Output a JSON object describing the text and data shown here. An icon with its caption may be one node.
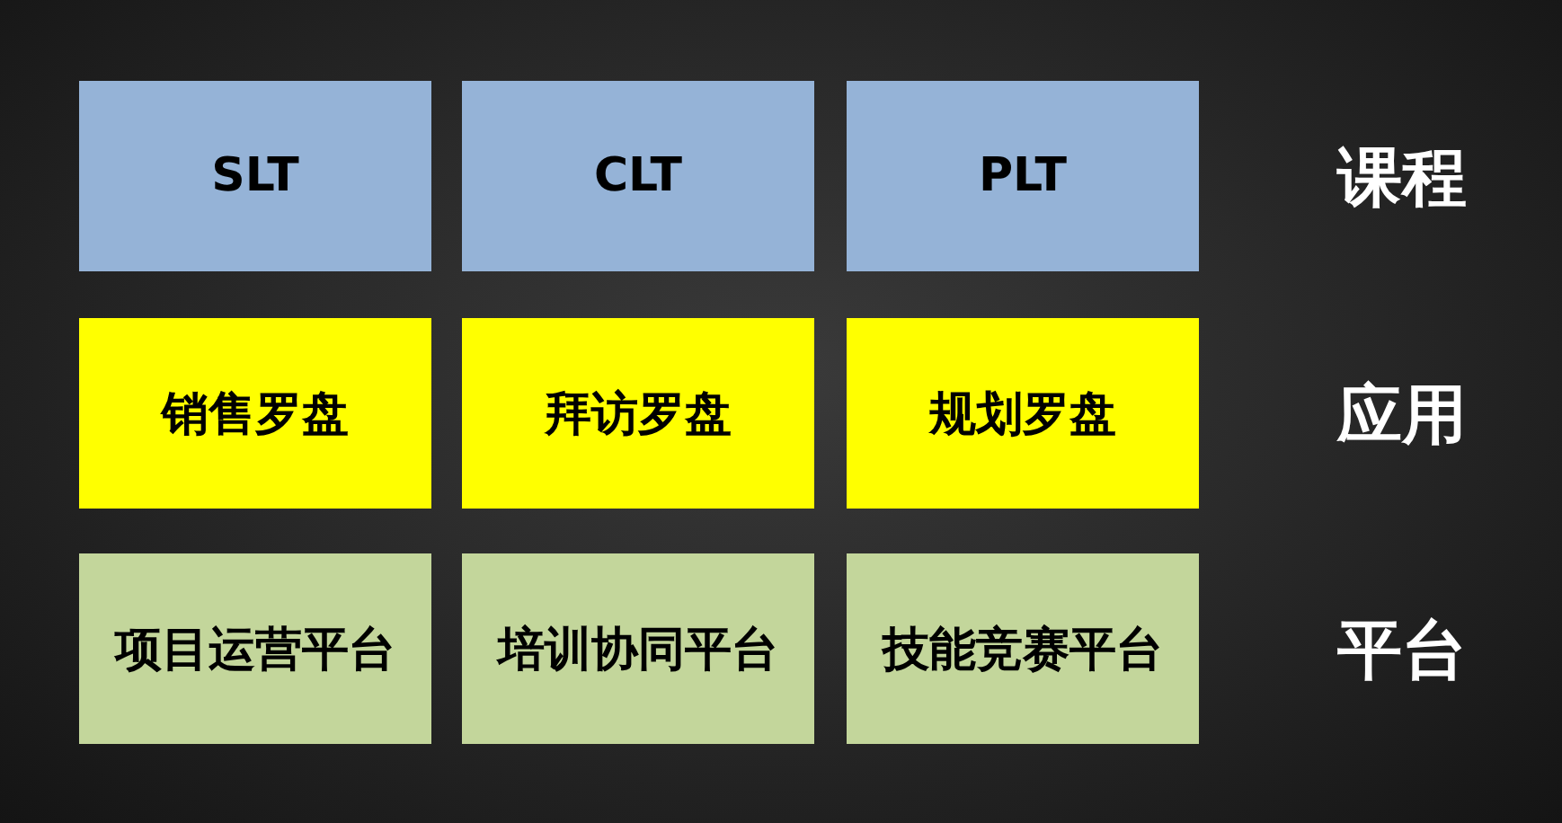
{
  "diagram": {
    "nodes": [
      {
        "text": [
          "SLT"
        ]
      },
      {
        "text": [
          "CLT"
        ]
      },
      {
        "text": [
          "PLT"
        ]
      },
      {
        "text": [
          "销售罗盘"
        ]
      },
      {
        "text": [
          "拜访罗盘"
        ]
      },
      {
        "text": [
          "规划罗盘"
        ]
      },
      {
        "text": [
          "项目运营平台"
        ]
      },
      {
        "text": [
          "培训协同平台"
        ]
      },
      {
        "text": [
          "技能竞赛平台"
        ]
      }
    ],
    "labels": [
      "课程",
      "应用",
      "平台"
    ]
  }
}
